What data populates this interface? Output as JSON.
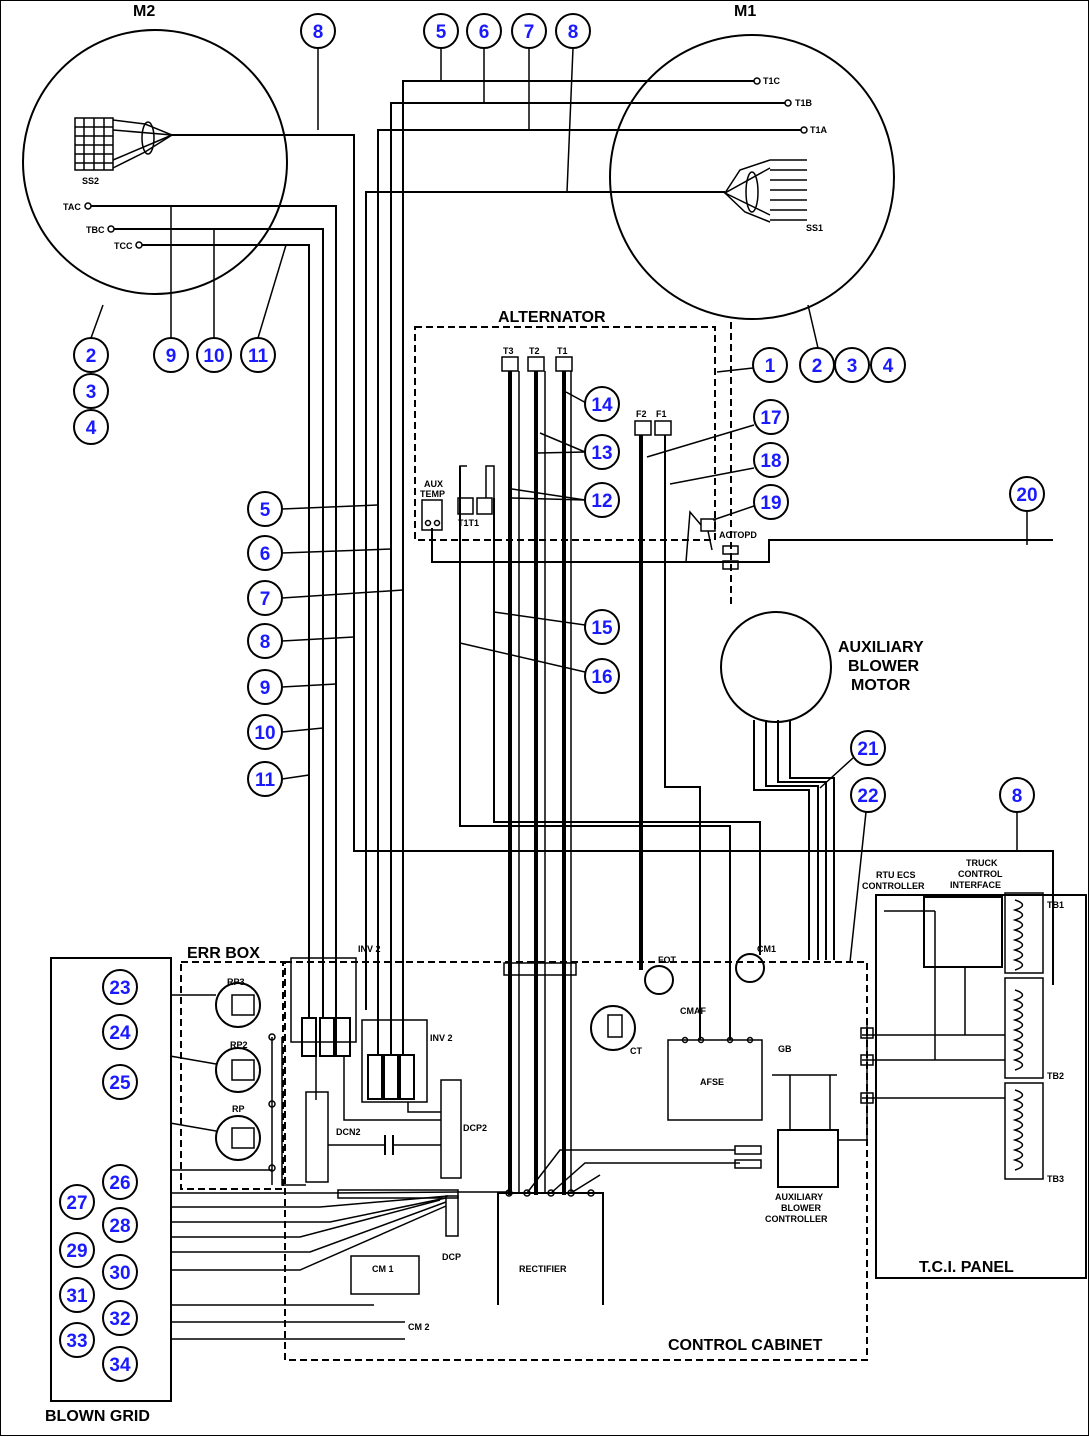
{
  "labels": {
    "m2": "M2",
    "m1": "M1",
    "alternator": "ALTERNATOR",
    "aux_blower_motor_1": "AUXILIARY",
    "aux_blower_motor_2": "BLOWER",
    "aux_blower_motor_3": "MOTOR",
    "err_box": "ERR BOX",
    "blown_grid": "BLOWN GRID",
    "control_cabinet": "CONTROL CABINET",
    "tci_panel": "T.C.I. PANEL",
    "rectifier": "RECTIFIER",
    "aux_blower_controller_1": "AUXILIARY",
    "aux_blower_controller_2": "BLOWER",
    "aux_blower_controller_3": "CONTROLLER",
    "rtu_ecs_1": "RTU ECS",
    "rtu_ecs_2": "CONTROLLER",
    "tci_1": "TRUCK",
    "tci_2": "CONTROL",
    "tci_3": "INTERFACE"
  },
  "terminals": {
    "t1c": "T1C",
    "t1b": "T1B",
    "t1a": "T1A",
    "ss1": "SS1",
    "ss2": "SS2",
    "tac": "TAC",
    "tbc": "TBC",
    "tcc": "TCC",
    "t3": "T3",
    "t2": "T2",
    "t1": "T1",
    "f2": "F2",
    "f1": "F1",
    "aux_temp_1": "AUX",
    "aux_temp_2": "TEMP",
    "t1t2": "T1T1",
    "actopd": "ACTOPD",
    "rp3": "RP3",
    "rp2": "RP2",
    "rp1": "RP",
    "inv2a": "INV 2",
    "inv2b": "INV 2",
    "dcn2": "DCN2",
    "dcp2": "DCP2",
    "dcp": "DCP",
    "fot": "FOT",
    "ct": "CT",
    "cmaf": "CMAF",
    "cm1": "CM1",
    "afse": "AFSE",
    "gb": "GB",
    "tb1": "TB1",
    "tb2": "TB2",
    "tb3": "TB3",
    "cm1b": "CM 1",
    "cm2": "CM 2"
  },
  "callouts": [
    "1",
    "2",
    "3",
    "4",
    "5",
    "6",
    "7",
    "8",
    "9",
    "10",
    "11",
    "12",
    "13",
    "14",
    "15",
    "16",
    "17",
    "18",
    "19",
    "20",
    "21",
    "22",
    "23",
    "24",
    "25",
    "26",
    "27",
    "28",
    "29",
    "30",
    "31",
    "32",
    "33",
    "34"
  ]
}
